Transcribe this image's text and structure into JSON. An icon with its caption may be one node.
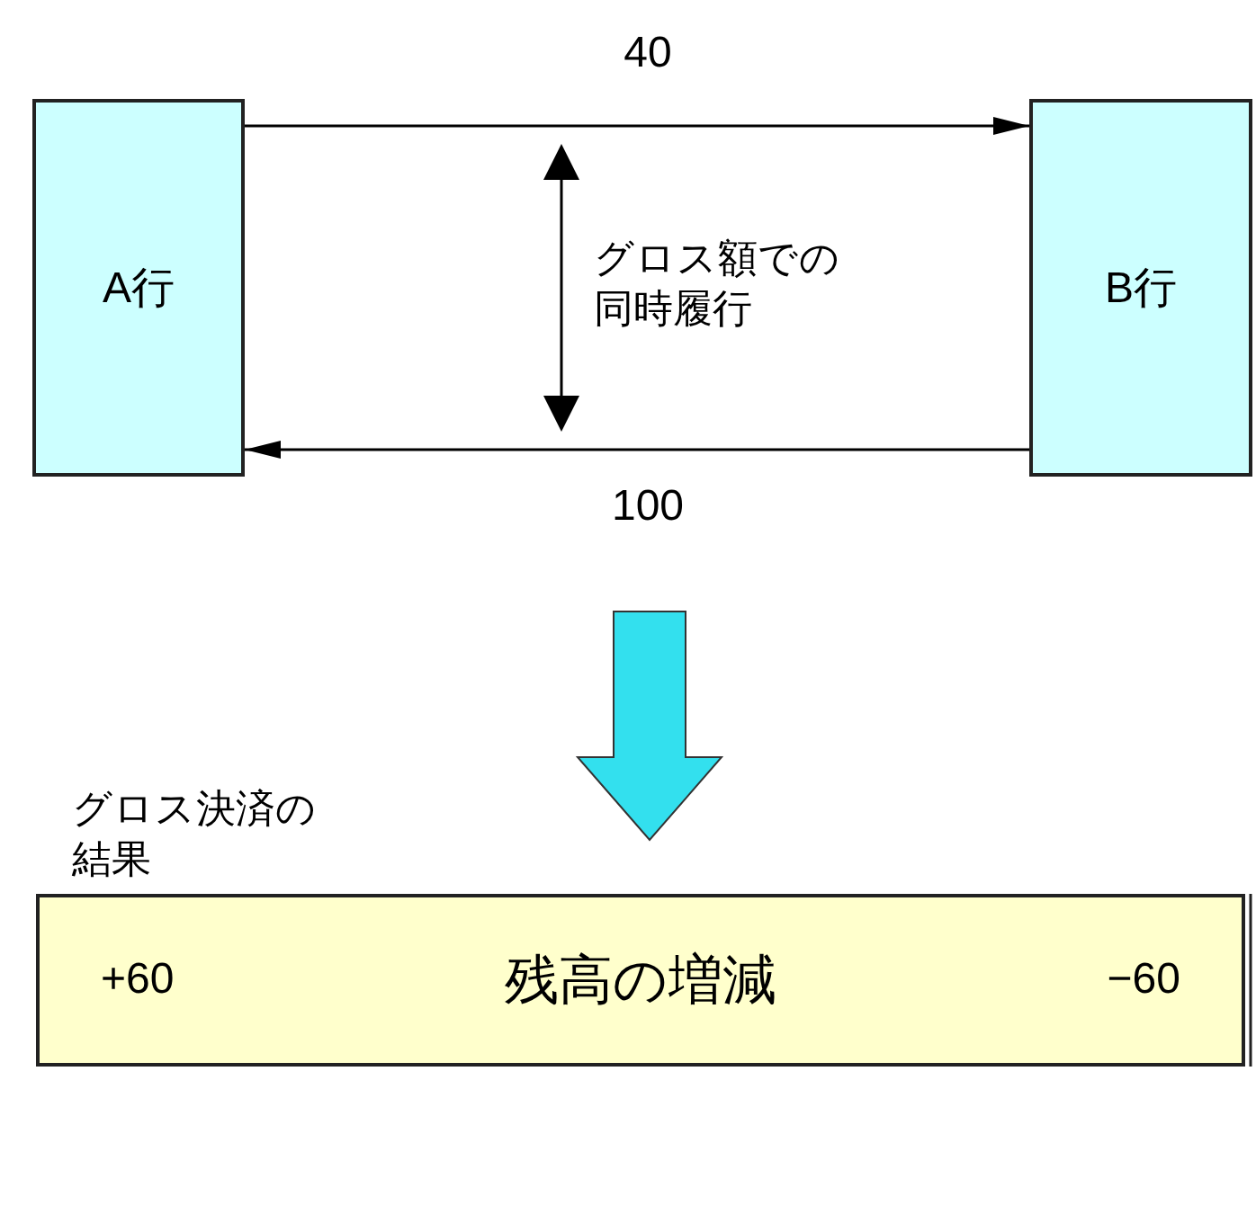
{
  "diagram": {
    "nodes": [
      {
        "text": [
          "A行"
        ]
      },
      {
        "text": [
          "B行"
        ]
      },
      {
        "text": [
          "+60",
          "残高の増減",
          "−60"
        ],
        "beside": [
          "グロス決済の結果"
        ]
      }
    ],
    "edges": [
      {
        "from": 0,
        "to": 1,
        "arrow": "to",
        "label": "40"
      },
      {
        "from": 1,
        "to": 0,
        "arrow": "to",
        "label": "100"
      },
      {
        "from": null,
        "to": 2,
        "arrow": "to",
        "style": "thick",
        "color": "#33e0ee"
      }
    ],
    "labels": [
      "グロス額での同時履行"
    ]
  }
}
